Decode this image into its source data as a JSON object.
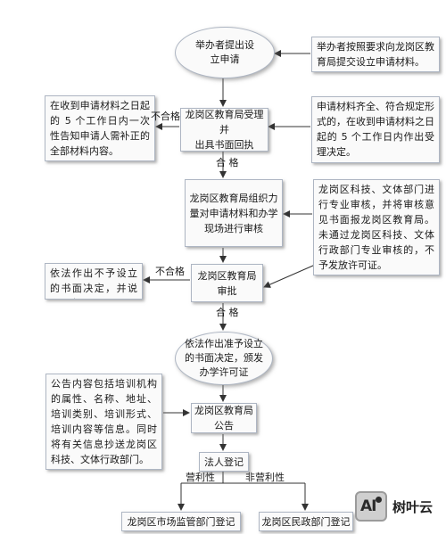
{
  "nodes": {
    "start": "举办者提出设\n立申请",
    "note_submit": "举办者按照要求向龙岗区教育局提交设立申请材料。",
    "accept": "龙岗区教育局受理并\n出具书面回执",
    "note_incomplete": "在收到申请材料之日起的 5 个工作日内一次性告知申请人需补正的全部材料内容。",
    "note_complete": "申请材料齐全、符合规定形式的，在收到申请材料之日起的 5 个工作日内作出受理决定。",
    "review": "龙岗区教育局组织力\n量对申请材料和办学\n现场进行审核",
    "note_review": "龙岗区科技、文体部门进行专业审核，并将审核意见书面报龙岗区教育局。未通过龙岗区科技、文体行政部门专业审核的，不予发放许可证。",
    "approve": "龙岗区教育局\n审批",
    "note_reject": "依法作出不予设立的书面决定，并说明理由。",
    "grant": "依法作出准予设立\n的书面决定，颁发\n办学许可证",
    "note_publish": "公告内容包括培训机构的属性、名称、地址、培训类别、培训形式、培训内容等信息。同时将有关信息抄送龙岗区科技、文体行政部门。",
    "publish": "龙岗区教育局\n公告",
    "legal": "法人登记",
    "reg_market": "龙岗区市场监管部门登记",
    "reg_civil": "龙岗区民政部门登记"
  },
  "edge_labels": {
    "fail_accept": "不合格",
    "pass_accept": "合 格",
    "fail_approve": "不合格",
    "pass_approve": "合 格",
    "profit": "营利性",
    "nonprofit": "非营利性"
  },
  "watermark": {
    "mark": "AI",
    "brand": "树叶云"
  },
  "colors": {
    "line": "#333333",
    "border": "#aeb6c3",
    "fill": "#fafafa"
  }
}
